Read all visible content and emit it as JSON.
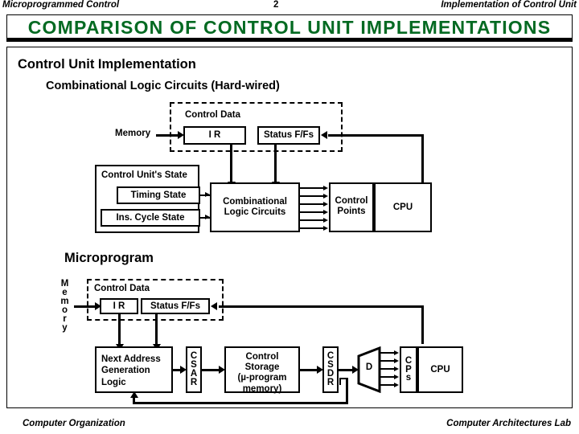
{
  "header": {
    "left": "Microprogrammed Control",
    "page_number": "2",
    "right": "Implementation of Control Unit"
  },
  "title": "COMPARISON  OF  CONTROL  UNIT  IMPLEMENTATIONS",
  "title_color": "#046a22",
  "sections": {
    "main_heading": "Control Unit Implementation",
    "sub_heading_1": "Combinational Logic Circuits (Hard-wired)",
    "sub_heading_2": "Microprogram"
  },
  "hardwired": {
    "control_data_label": "Control Data",
    "memory_label": "Memory",
    "ir": "I R",
    "status_ff": "Status F/Fs",
    "cu_state": "Control Unit's State",
    "timing_state": "Timing State",
    "ins_cycle_state": "Ins. Cycle State",
    "comb_logic": "Combinational\nLogic Circuits",
    "comb_logic_line1": "Combinational",
    "comb_logic_line2": "Logic Circuits",
    "control_points_line1": "Control",
    "control_points_line2": "Points",
    "cpu": "CPU"
  },
  "microprogram": {
    "memory_vertical": "Memory",
    "control_data_label": "Control Data",
    "ir": "I R",
    "status_ff": "Status F/Fs",
    "next_addr_line1": "Next Address",
    "next_addr_line2": "Generation",
    "next_addr_line3": "Logic",
    "csar": "CSAR",
    "control_storage_line1": "Control",
    "control_storage_line2": "Storage",
    "control_storage_line3": "(µ-program",
    "control_storage_line4": "memory)",
    "csdr": "CSDR",
    "decoder": "D",
    "cps": "CPs",
    "cpu": "CPU"
  },
  "footer": {
    "left": "Computer Organization",
    "right": "Computer Architectures Lab"
  }
}
